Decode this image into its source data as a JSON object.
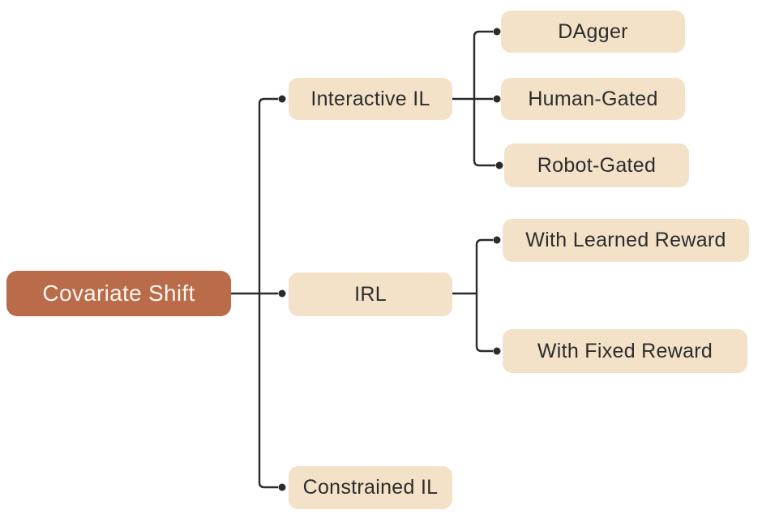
{
  "diagram": {
    "type": "mindmap-tree",
    "root": {
      "label": "Covariate Shift"
    },
    "branches": [
      {
        "label": "Interactive IL",
        "children": [
          {
            "label": "DAgger"
          },
          {
            "label": "Human-Gated"
          },
          {
            "label": "Robot-Gated"
          }
        ]
      },
      {
        "label": "IRL",
        "children": [
          {
            "label": "With Learned Reward"
          },
          {
            "label": "With Fixed Reward"
          }
        ]
      },
      {
        "label": "Constrained IL",
        "children": []
      }
    ],
    "colors": {
      "background": "#ffffff",
      "root_node_bg": "#b96b4a",
      "root_node_text": "#fbf7f0",
      "child_node_bg": "#f3e1c8",
      "child_node_text": "#2d2d2d",
      "connector": "#2b2b2b"
    }
  }
}
